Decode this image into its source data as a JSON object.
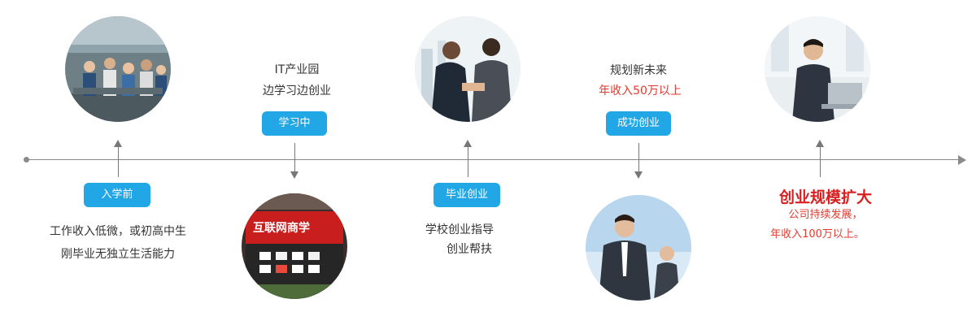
{
  "stages": [
    {
      "label": "入学前",
      "lines": [
        "工作收入低微，或初高中生",
        "刚毕业无独立生活能力"
      ]
    },
    {
      "label": "学习中",
      "lines": [
        "IT产业园",
        "边学习边创业"
      ]
    },
    {
      "label": "毕业创业",
      "lines": [
        "学校创业指导",
        "创业帮扶"
      ]
    },
    {
      "label": "成功创业",
      "lines": [
        "规划新未来",
        "年收入50万以上"
      ]
    },
    {
      "title": "创业规模扩大",
      "lines": [
        "公司持续发展，",
        "年收入100万以上。"
      ]
    }
  ],
  "photos": [
    {
      "icon": "factory-workers-photo"
    },
    {
      "icon": "storefront-photo",
      "sign": "互联网商学"
    },
    {
      "icon": "handshake-photo"
    },
    {
      "icon": "businessmen-photo"
    },
    {
      "icon": "office-laptop-photo"
    }
  ],
  "colors": {
    "accent": "#22a7e6",
    "highlight": "#e53a2f",
    "title_red": "#d91f1f",
    "axis": "#8a8a8a"
  }
}
